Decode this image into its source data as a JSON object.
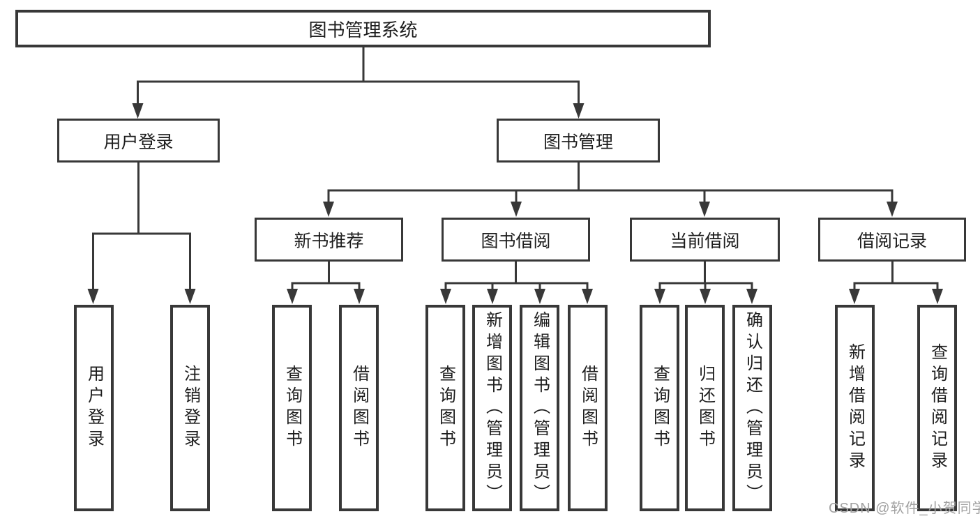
{
  "tree": {
    "root": {
      "label": "图书管理系统"
    },
    "level2": [
      {
        "label": "用户登录"
      },
      {
        "label": "图书管理"
      }
    ],
    "level3": [
      {
        "label": "新书推荐"
      },
      {
        "label": "图书借阅"
      },
      {
        "label": "当前借阅"
      },
      {
        "label": "借阅记录"
      }
    ],
    "leaves": {
      "login": [
        "用户登录",
        "注销登录"
      ],
      "recommend": [
        "查询图书",
        "借阅图书"
      ],
      "borrow": [
        "查询图书",
        "新增图书（管理员）",
        "编辑图书（管理员）",
        "借阅图书"
      ],
      "current": [
        "查询图书",
        "归还图书",
        "确认归还（管理员）"
      ],
      "records": [
        "新增借阅记录",
        "查询借阅记录"
      ]
    }
  },
  "watermark": {
    "text": "CSDN @软件_小贺同学"
  },
  "colors": {
    "line": "#383838",
    "text": "#1d1d1d",
    "watermark": "#a2a2a2",
    "background": "#ffffff"
  }
}
